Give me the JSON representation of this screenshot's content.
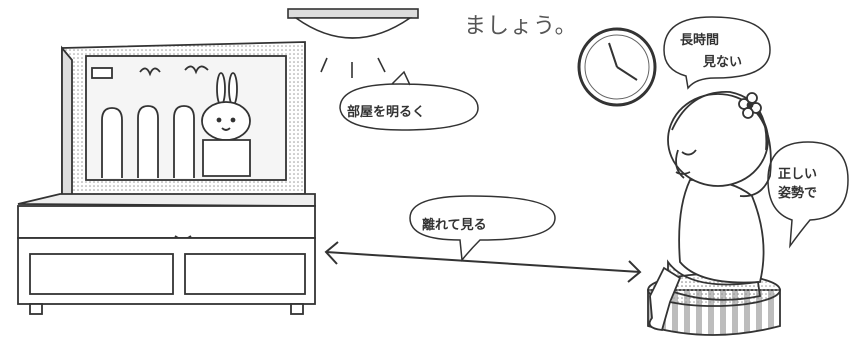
{
  "heading": "ましょう。",
  "bubbles": {
    "room_light": "部屋を明るく",
    "distance": "離れて見る",
    "long_time": [
      "長時間",
      "見ない"
    ],
    "posture": [
      "正しい",
      "姿勢で"
    ]
  },
  "icons": {
    "ceiling_light": "ceiling-light-icon",
    "clock": "wall-clock-icon",
    "tv": "television-icon",
    "arrow": "double-arrow-icon",
    "child": "child-figure",
    "cushion": "floor-cushion"
  },
  "colors": {
    "line": "#333333",
    "fill": "#ffffff",
    "screen": "#f2f2f2",
    "dots": "#bbbbbb"
  }
}
